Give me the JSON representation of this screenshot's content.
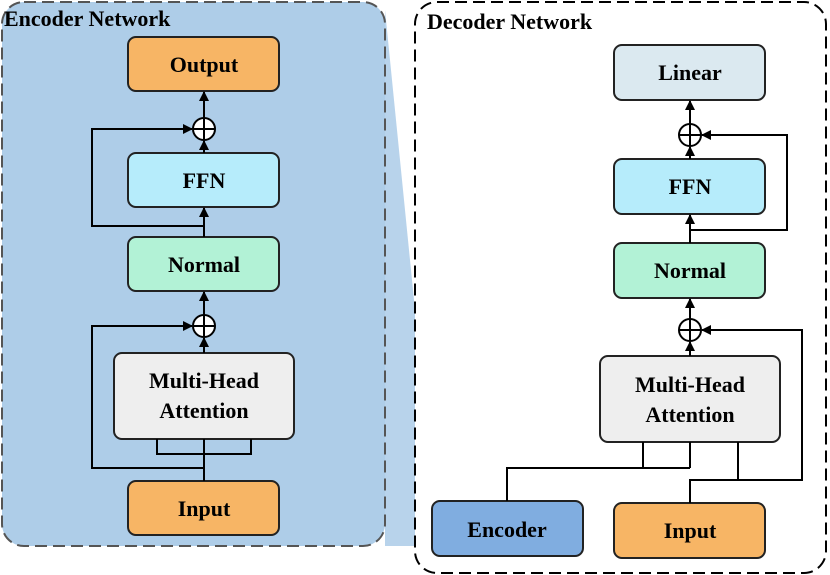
{
  "encoder": {
    "title": "Encoder Network",
    "output": "Output",
    "ffn": "FFN",
    "normal": "Normal",
    "mha_line1": "Multi-Head",
    "mha_line2": "Attention",
    "input": "Input"
  },
  "decoder": {
    "title": "Decoder Network",
    "linear": "Linear",
    "ffn": "FFN",
    "normal": "Normal",
    "mha_line1": "Multi-Head",
    "mha_line2": "Attention",
    "encoder": "Encoder",
    "input": "Input"
  },
  "colors": {
    "encoder_panel": "#aecde8",
    "connector": "#b8d3eb",
    "output": "#f7b565",
    "ffn": "#b6ecfb",
    "normal": "#b2f2d6",
    "attention": "#eeeeee",
    "input": "#f7b565",
    "linear": "#dbe9f0",
    "encoder_box": "#80ade0"
  },
  "icons": [
    "add-circle-icon",
    "arrow-up-icon"
  ]
}
